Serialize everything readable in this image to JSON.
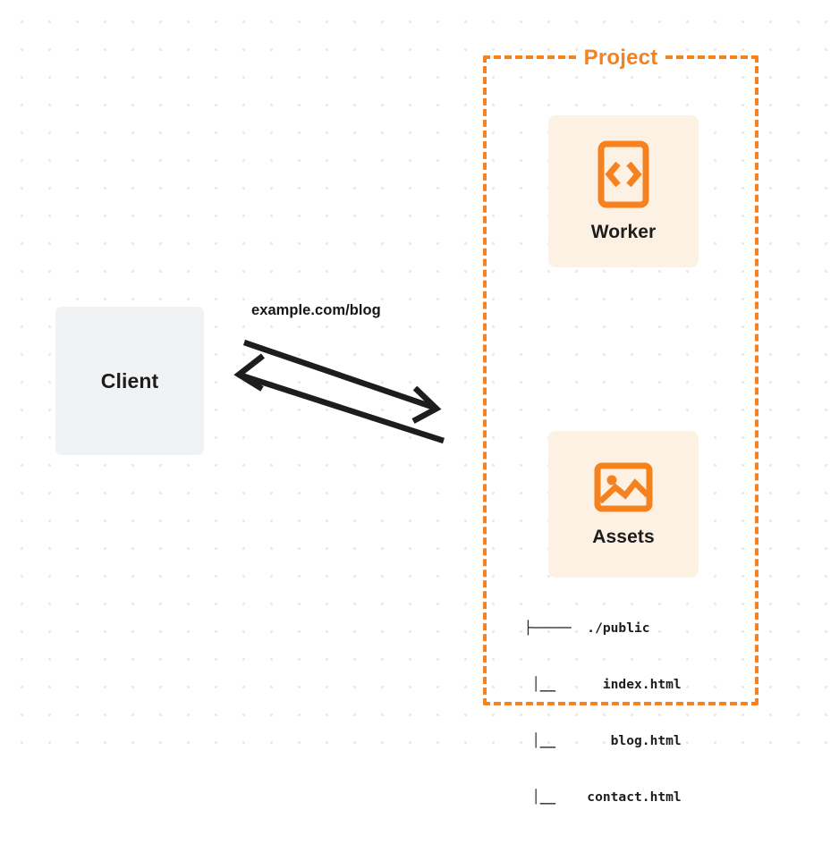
{
  "diagram": {
    "background": {
      "style": "dotted-grid",
      "dot_color": "#e9e9ec",
      "page_color": "#ffffff"
    },
    "colors": {
      "brand_orange": "#f6821f",
      "card_fill": "#fdf1e4",
      "client_fill": "#f1f2f4",
      "text_dark": "#1d1d1d",
      "arrow": "#1d1d1d"
    },
    "client": {
      "label": "Client",
      "icon": "client-box"
    },
    "connection": {
      "label": "example.com/blog",
      "request_arrow": "arrow-to-project",
      "response_arrow": "arrow-to-client"
    },
    "project": {
      "title": "Project",
      "nodes": [
        {
          "label": "Worker",
          "icon": "code-brackets-icon"
        },
        {
          "label": "Assets",
          "icon": "image-icon"
        }
      ],
      "file_tree": {
        "root": {
          "branch": "├─────",
          "name": "./public"
        },
        "children": [
          {
            "branch": "│__",
            "name": "index.html"
          },
          {
            "branch": "│__",
            "name": "blog.html"
          },
          {
            "branch": "│__",
            "name": "contact.html"
          }
        ],
        "lines": [
          "├─────  ./public",
          " │__      index.html",
          " │__       blog.html",
          " │__    contact.html"
        ]
      }
    }
  }
}
